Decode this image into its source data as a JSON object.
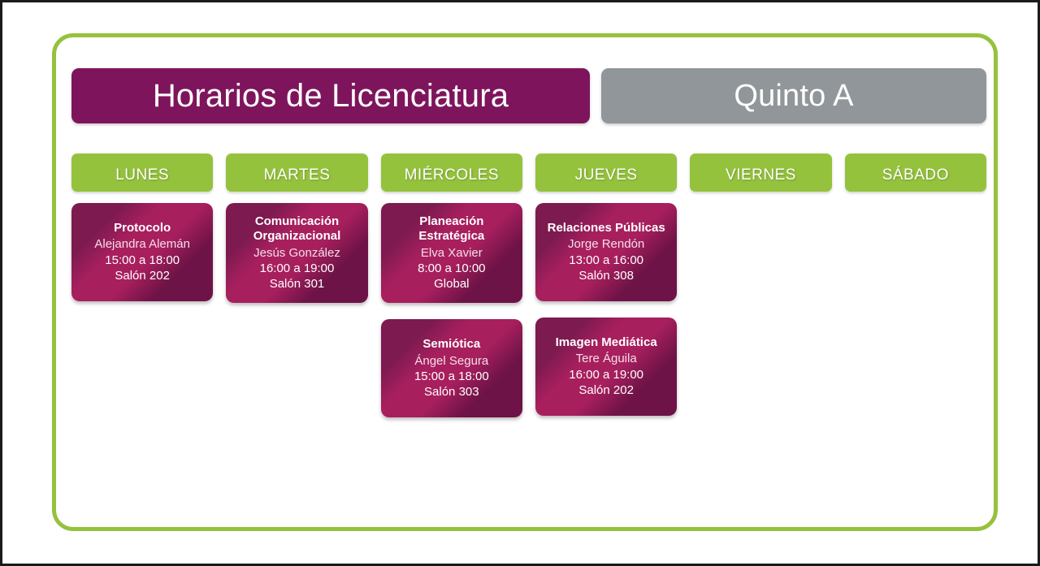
{
  "header": {
    "title": "Horarios de Licenciatura",
    "group": "Quinto A"
  },
  "colors": {
    "green": "#95c23d",
    "title_purple": "#7e155c",
    "group_gray": "#909699",
    "card_magenta": "#a81f5e",
    "card_dark_purple": "#6e1347",
    "page_border": "#1a1a1a",
    "text_white": "#ffffff"
  },
  "days": [
    {
      "label": "Lunes",
      "classes": [
        {
          "subject": "Protocolo",
          "teacher": "Alejandra Alemán",
          "time": "15:00 a 18:00",
          "room": "Salón 202"
        }
      ]
    },
    {
      "label": "Martes",
      "classes": [
        {
          "subject": "Comunicación Organizacional",
          "teacher": "Jesús González",
          "time": "16:00 a 19:00",
          "room": "Salón 301"
        }
      ]
    },
    {
      "label": "Miércoles",
      "classes": [
        {
          "subject": "Planeación Estratégica",
          "teacher": "Elva Xavier",
          "time": "8:00 a 10:00",
          "room": "Global"
        },
        {
          "subject": "Semiótica",
          "teacher": "Ángel Segura",
          "time": "15:00 a 18:00",
          "room": "Salón 303"
        }
      ]
    },
    {
      "label": "Jueves",
      "classes": [
        {
          "subject": "Relaciones Públicas",
          "teacher": "Jorge Rendón",
          "time": "13:00 a 16:00",
          "room": "Salón 308"
        },
        {
          "subject": "Imagen Mediática",
          "teacher": "Tere Águila",
          "time": "16:00 a 19:00",
          "room": "Salón 202"
        }
      ]
    },
    {
      "label": "Viernes",
      "classes": []
    },
    {
      "label": "Sábado",
      "classes": []
    }
  ]
}
